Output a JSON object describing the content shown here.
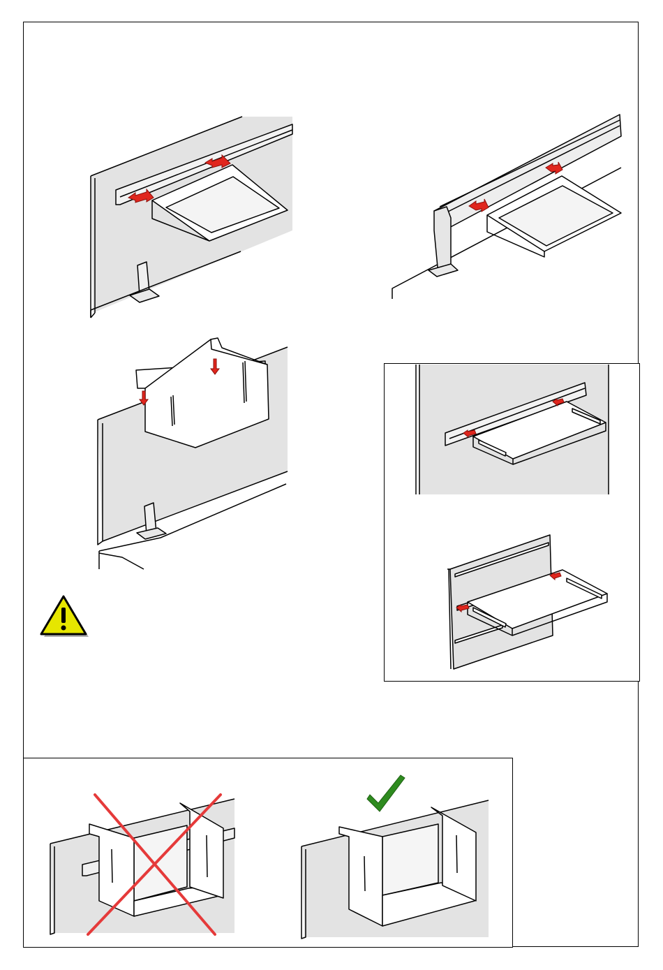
{
  "document": {
    "figures": [
      {
        "id": "fig-tray-partition-mount",
        "icon": "tray-on-screen-icon"
      },
      {
        "id": "fig-tray-beam-mount",
        "icon": "tray-on-beam-icon"
      },
      {
        "id": "fig-hanging-bin",
        "icon": "hanging-bin-icon"
      },
      {
        "id": "fig-flat-tray-inset",
        "icon": "flat-tray-rail-icon"
      },
      {
        "id": "fig-flat-tray-panel",
        "icon": "flat-tray-panel-icon"
      },
      {
        "id": "fig-incorrect-bin",
        "icon": "cross-mark-icon"
      },
      {
        "id": "fig-correct-bin",
        "icon": "check-mark-icon"
      }
    ],
    "warning_icon": "warning-triangle-icon",
    "colors": {
      "panel_fill": "#e3e3e3",
      "arrow": "#e0261d",
      "cross": "#e53a3a",
      "check": "#2e8b1f",
      "warning_yellow": "#e6e600",
      "line": "#000000"
    }
  }
}
